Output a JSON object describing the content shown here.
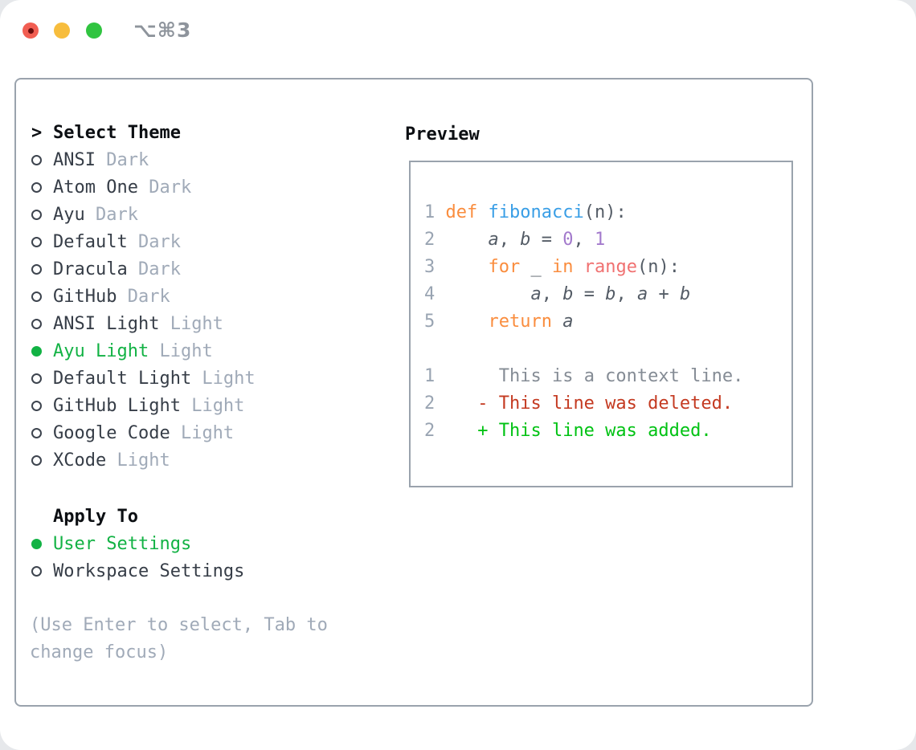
{
  "window": {
    "shortcut": "⌥⌘3"
  },
  "traffic_lights": {
    "close_label": "close",
    "minimize_label": "minimize",
    "zoom_label": "zoom"
  },
  "theme_list": {
    "marker": ">",
    "header": "Select Theme",
    "items": [
      {
        "name": "ANSI",
        "variant": "Dark",
        "selected": false
      },
      {
        "name": "Atom One",
        "variant": "Dark",
        "selected": false
      },
      {
        "name": "Ayu",
        "variant": "Dark",
        "selected": false
      },
      {
        "name": "Default",
        "variant": "Dark",
        "selected": false
      },
      {
        "name": "Dracula",
        "variant": "Dark",
        "selected": false
      },
      {
        "name": "GitHub",
        "variant": "Dark",
        "selected": false
      },
      {
        "name": "ANSI Light",
        "variant": "Light",
        "selected": false
      },
      {
        "name": "Ayu Light",
        "variant": "Light",
        "selected": true
      },
      {
        "name": "Default Light",
        "variant": "Light",
        "selected": false
      },
      {
        "name": "GitHub Light",
        "variant": "Light",
        "selected": false
      },
      {
        "name": "Google Code",
        "variant": "Light",
        "selected": false
      },
      {
        "name": "XCode",
        "variant": "Light",
        "selected": false
      }
    ]
  },
  "apply_to": {
    "header": "Apply To",
    "options": [
      {
        "label": "User Settings",
        "selected": true
      },
      {
        "label": "Workspace Settings",
        "selected": false
      }
    ]
  },
  "hint": {
    "lines": [
      "(Use Enter to select, Tab to",
      "change focus)"
    ]
  },
  "preview": {
    "header": "Preview",
    "lines": [
      {
        "tokens": [
          {
            "t": "1",
            "c": "ln"
          },
          {
            "t": " ",
            "c": "fg"
          },
          {
            "t": "def",
            "c": "kw"
          },
          {
            "t": " ",
            "c": "fg"
          },
          {
            "t": "fibonacci",
            "c": "fn"
          },
          {
            "t": "(n):",
            "c": "fg"
          }
        ]
      },
      {
        "tokens": [
          {
            "t": "2",
            "c": "ln"
          },
          {
            "t": "     ",
            "c": "fg"
          },
          {
            "t": "a",
            "c": "var"
          },
          {
            "t": ", ",
            "c": "fg"
          },
          {
            "t": "b",
            "c": "var"
          },
          {
            "t": " = ",
            "c": "fg"
          },
          {
            "t": "0",
            "c": "nm"
          },
          {
            "t": ", ",
            "c": "fg"
          },
          {
            "t": "1",
            "c": "nm"
          }
        ]
      },
      {
        "tokens": [
          {
            "t": "3",
            "c": "ln"
          },
          {
            "t": "     ",
            "c": "fg"
          },
          {
            "t": "for",
            "c": "kw"
          },
          {
            "t": " _ ",
            "c": "fg"
          },
          {
            "t": "in",
            "c": "kw"
          },
          {
            "t": " ",
            "c": "fg"
          },
          {
            "t": "range",
            "c": "rg"
          },
          {
            "t": "(n):",
            "c": "fg"
          }
        ]
      },
      {
        "tokens": [
          {
            "t": "4",
            "c": "ln"
          },
          {
            "t": "         ",
            "c": "fg"
          },
          {
            "t": "a",
            "c": "var"
          },
          {
            "t": ", ",
            "c": "fg"
          },
          {
            "t": "b",
            "c": "var"
          },
          {
            "t": " = ",
            "c": "fg"
          },
          {
            "t": "b",
            "c": "var"
          },
          {
            "t": ", ",
            "c": "fg"
          },
          {
            "t": "a",
            "c": "var"
          },
          {
            "t": " + ",
            "c": "fg"
          },
          {
            "t": "b",
            "c": "var"
          }
        ]
      },
      {
        "tokens": [
          {
            "t": "5",
            "c": "ln"
          },
          {
            "t": "     ",
            "c": "fg"
          },
          {
            "t": "return",
            "c": "kw"
          },
          {
            "t": " ",
            "c": "fg"
          },
          {
            "t": "a",
            "c": "var"
          }
        ]
      },
      {
        "tokens": []
      },
      {
        "tokens": [
          {
            "t": "1",
            "c": "ln"
          },
          {
            "t": "      ",
            "c": "fg"
          },
          {
            "t": "This is a context line.",
            "c": "ctx"
          }
        ]
      },
      {
        "tokens": [
          {
            "t": "2",
            "c": "ln"
          },
          {
            "t": "    ",
            "c": "fg"
          },
          {
            "t": "- This line was deleted.",
            "c": "del"
          }
        ]
      },
      {
        "tokens": [
          {
            "t": "2",
            "c": "ln"
          },
          {
            "t": "    ",
            "c": "fg"
          },
          {
            "t": "+ This line was added.",
            "c": "add"
          }
        ]
      }
    ]
  },
  "colors": {
    "border": "#9aa3ad",
    "heading": "#0c0f13",
    "fg-dark": "#363d47",
    "muted": "#a0aab8",
    "muted-title": "#8e949c",
    "circle": "#3d444e",
    "select-green": "#12b244",
    "line-no": "#99a4b2",
    "code-fg": "#545c66",
    "kw": "#fa8d3e",
    "fn": "#399ee6",
    "nm": "#a37acc",
    "rg": "#f07171",
    "ctx": "#858c95",
    "del": "#c43a21",
    "add": "#00c213",
    "tl-red": "#f15e52",
    "tl-red-dot": "#6b0d0d",
    "tl-yellow": "#f7bd3d",
    "tl-green": "#30c440"
  }
}
